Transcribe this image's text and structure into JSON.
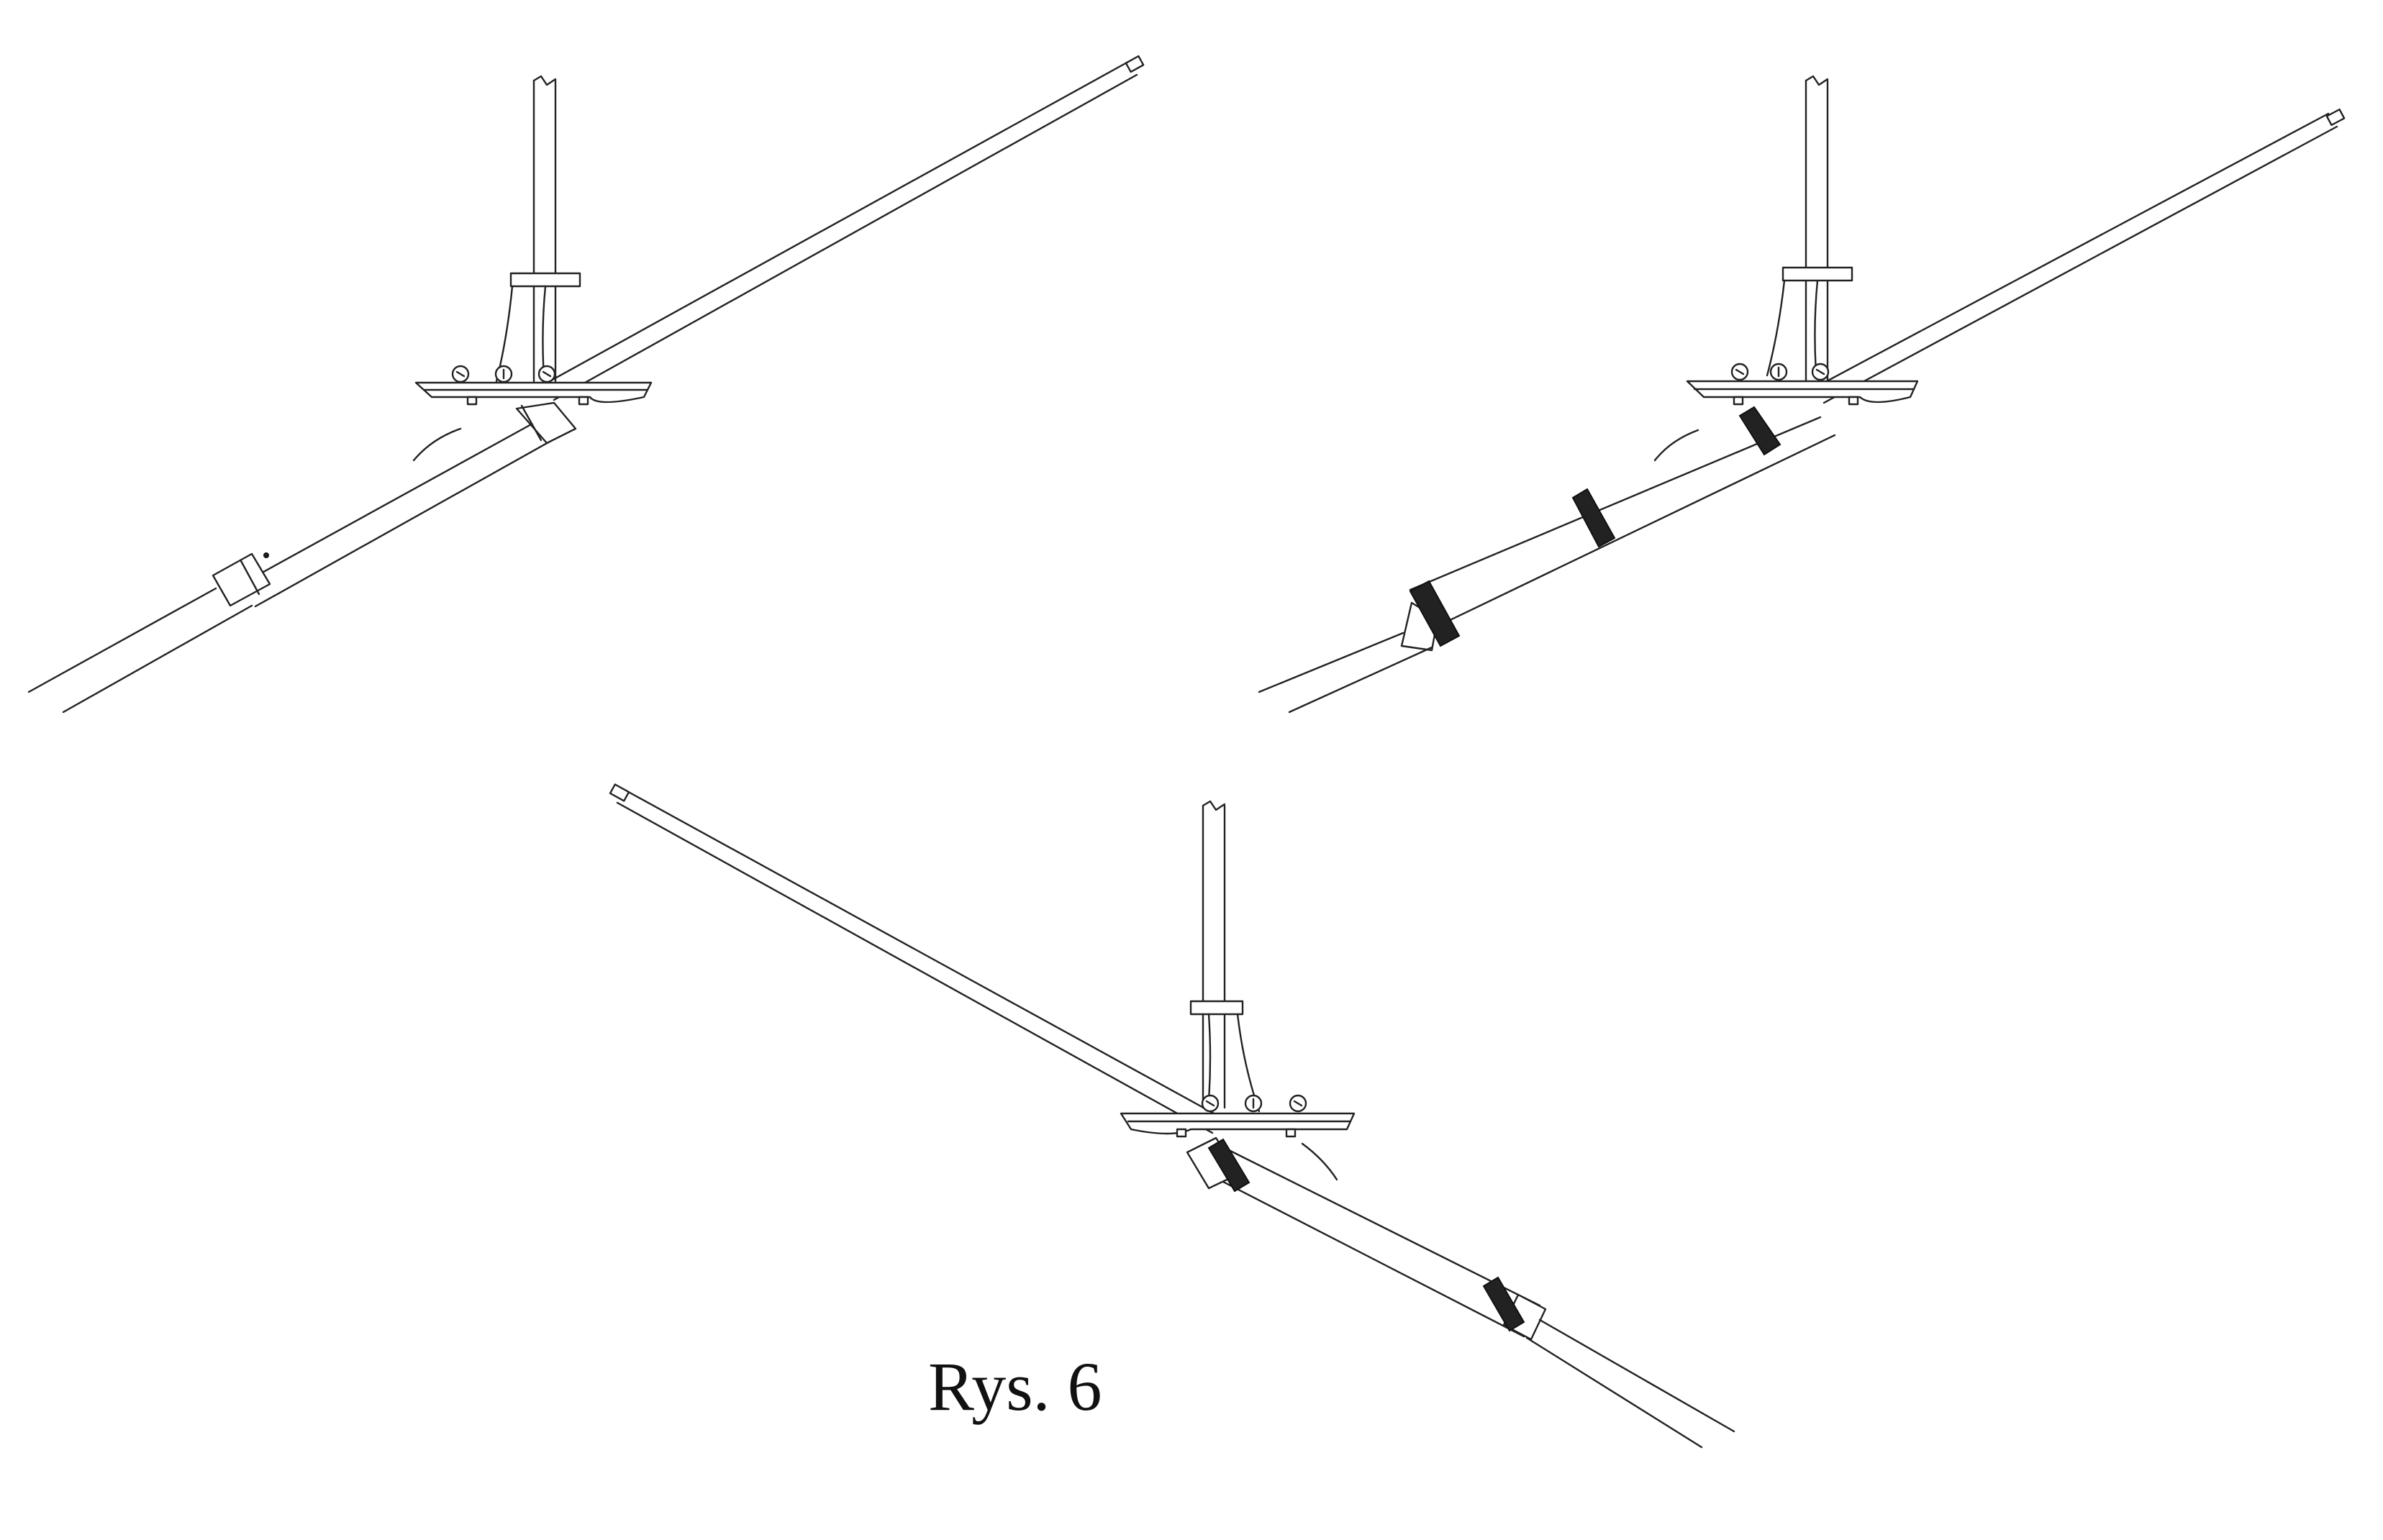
{
  "caption": "Rys. 6",
  "views": [
    {
      "id": "view-1",
      "binding": "clamp-band",
      "boom_direction": "up-right"
    },
    {
      "id": "view-2",
      "binding": "wire-wrap",
      "boom_direction": "up-right"
    },
    {
      "id": "view-3",
      "binding": "wire-wrap",
      "boom_direction": "up-left"
    }
  ],
  "colors": {
    "line": "#222222",
    "background": "#ffffff"
  }
}
